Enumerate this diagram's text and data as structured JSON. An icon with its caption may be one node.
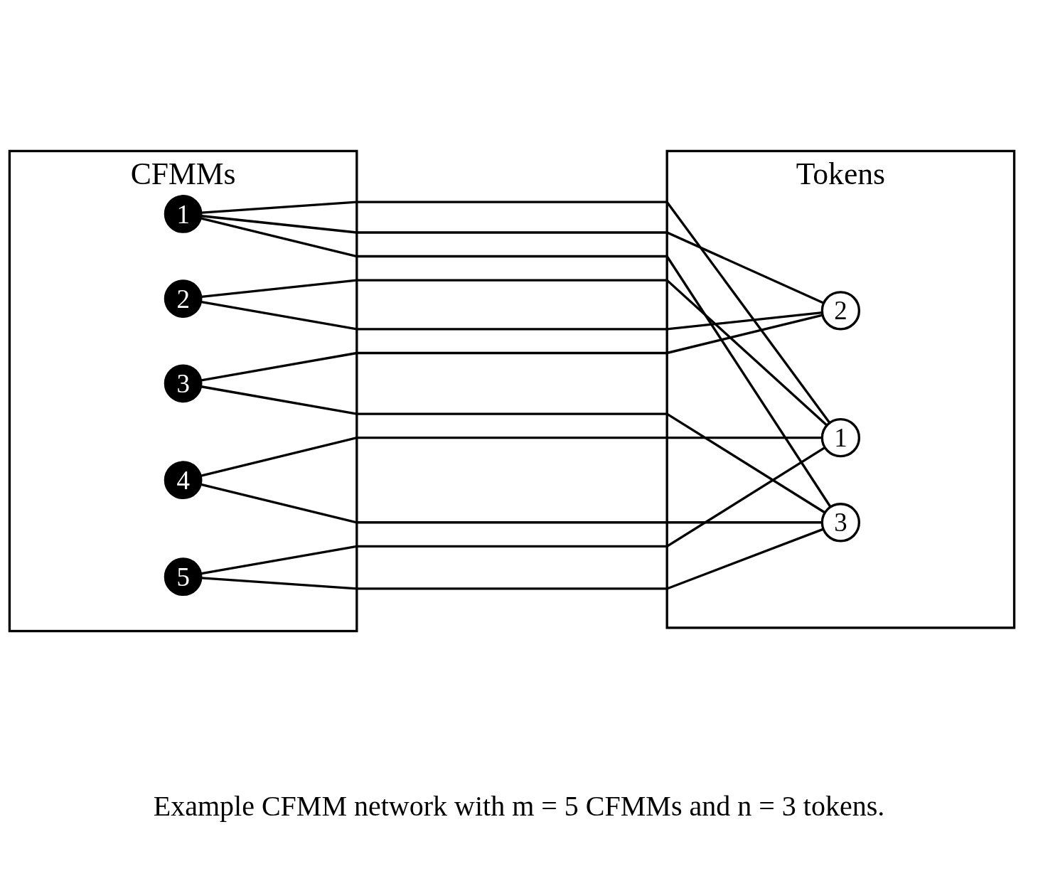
{
  "diagram": {
    "caption": "Example CFMM network with m = 5 CFMMs and n = 3 tokens.",
    "nodes": [
      {
        "text": [
          "CFMMs"
        ]
      },
      {
        "text": [
          "1"
        ],
        "in": 0
      },
      {
        "text": [
          "2"
        ],
        "in": 0
      },
      {
        "text": [
          "3"
        ],
        "in": 0
      },
      {
        "text": [
          "4"
        ],
        "in": 0
      },
      {
        "text": [
          "5"
        ],
        "in": 0
      },
      {
        "text": [
          "Tokens"
        ]
      },
      {
        "text": [
          "1"
        ],
        "in": 6
      },
      {
        "text": [
          "2"
        ],
        "in": 6
      },
      {
        "text": [
          "3"
        ],
        "in": 6
      }
    ],
    "edges": [
      {
        "from": 1,
        "to": 7,
        "arrow": "none"
      },
      {
        "from": 1,
        "to": 8,
        "arrow": "none"
      },
      {
        "from": 1,
        "to": 9,
        "arrow": "none"
      },
      {
        "from": 2,
        "to": 7,
        "arrow": "none"
      },
      {
        "from": 2,
        "to": 8,
        "arrow": "none"
      },
      {
        "from": 3,
        "to": 8,
        "arrow": "none"
      },
      {
        "from": 3,
        "to": 9,
        "arrow": "none"
      },
      {
        "from": 4,
        "to": 7,
        "arrow": "none"
      },
      {
        "from": 4,
        "to": 9,
        "arrow": "none"
      },
      {
        "from": 5,
        "to": 7,
        "arrow": "none"
      },
      {
        "from": 5,
        "to": 9,
        "arrow": "none"
      }
    ]
  }
}
